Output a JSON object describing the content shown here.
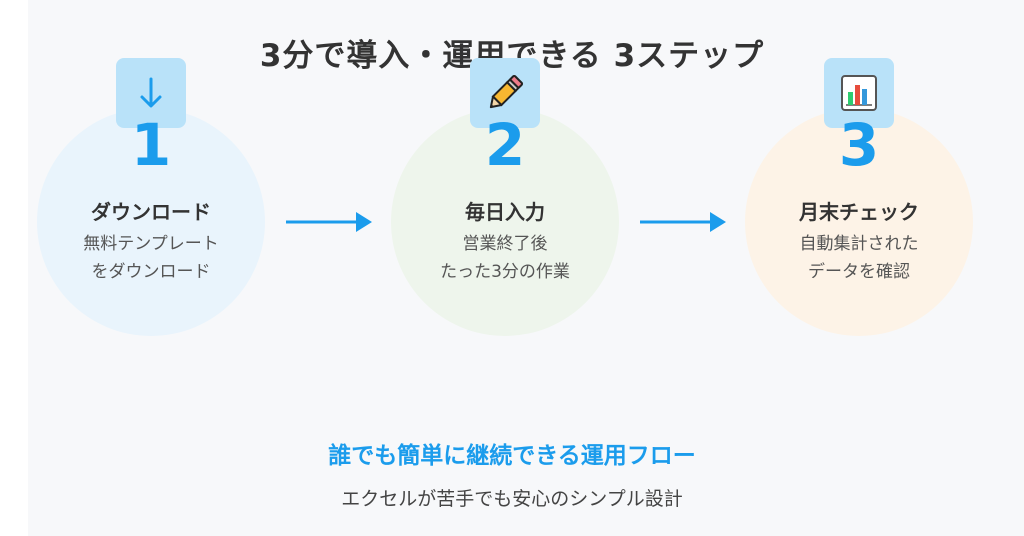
{
  "title": "3分で導入・運用できる 3ステップ",
  "steps": [
    {
      "number": "1",
      "icon": "download-arrow-icon",
      "title": "ダウンロード",
      "desc_line1": "無料テンプレート",
      "desc_line2": "をダウンロード",
      "circle_color": "#e9f4fc"
    },
    {
      "number": "2",
      "icon": "pencil-icon",
      "title": "毎日入力",
      "desc_line1": "営業終了後",
      "desc_line2": "たった3分の作業",
      "circle_color": "#eef5ec"
    },
    {
      "number": "3",
      "icon": "bar-chart-icon",
      "title": "月末チェック",
      "desc_line1": "自動集計された",
      "desc_line2": "データを確認",
      "circle_color": "#fdf3e7"
    }
  ],
  "footer": {
    "headline": "誰でも簡単に継続できる運用フロー",
    "subline": "エクセルが苦手でも安心のシンプル設計"
  },
  "colors": {
    "accent": "#1b9cec",
    "icon_box": "#b9e2f9"
  }
}
